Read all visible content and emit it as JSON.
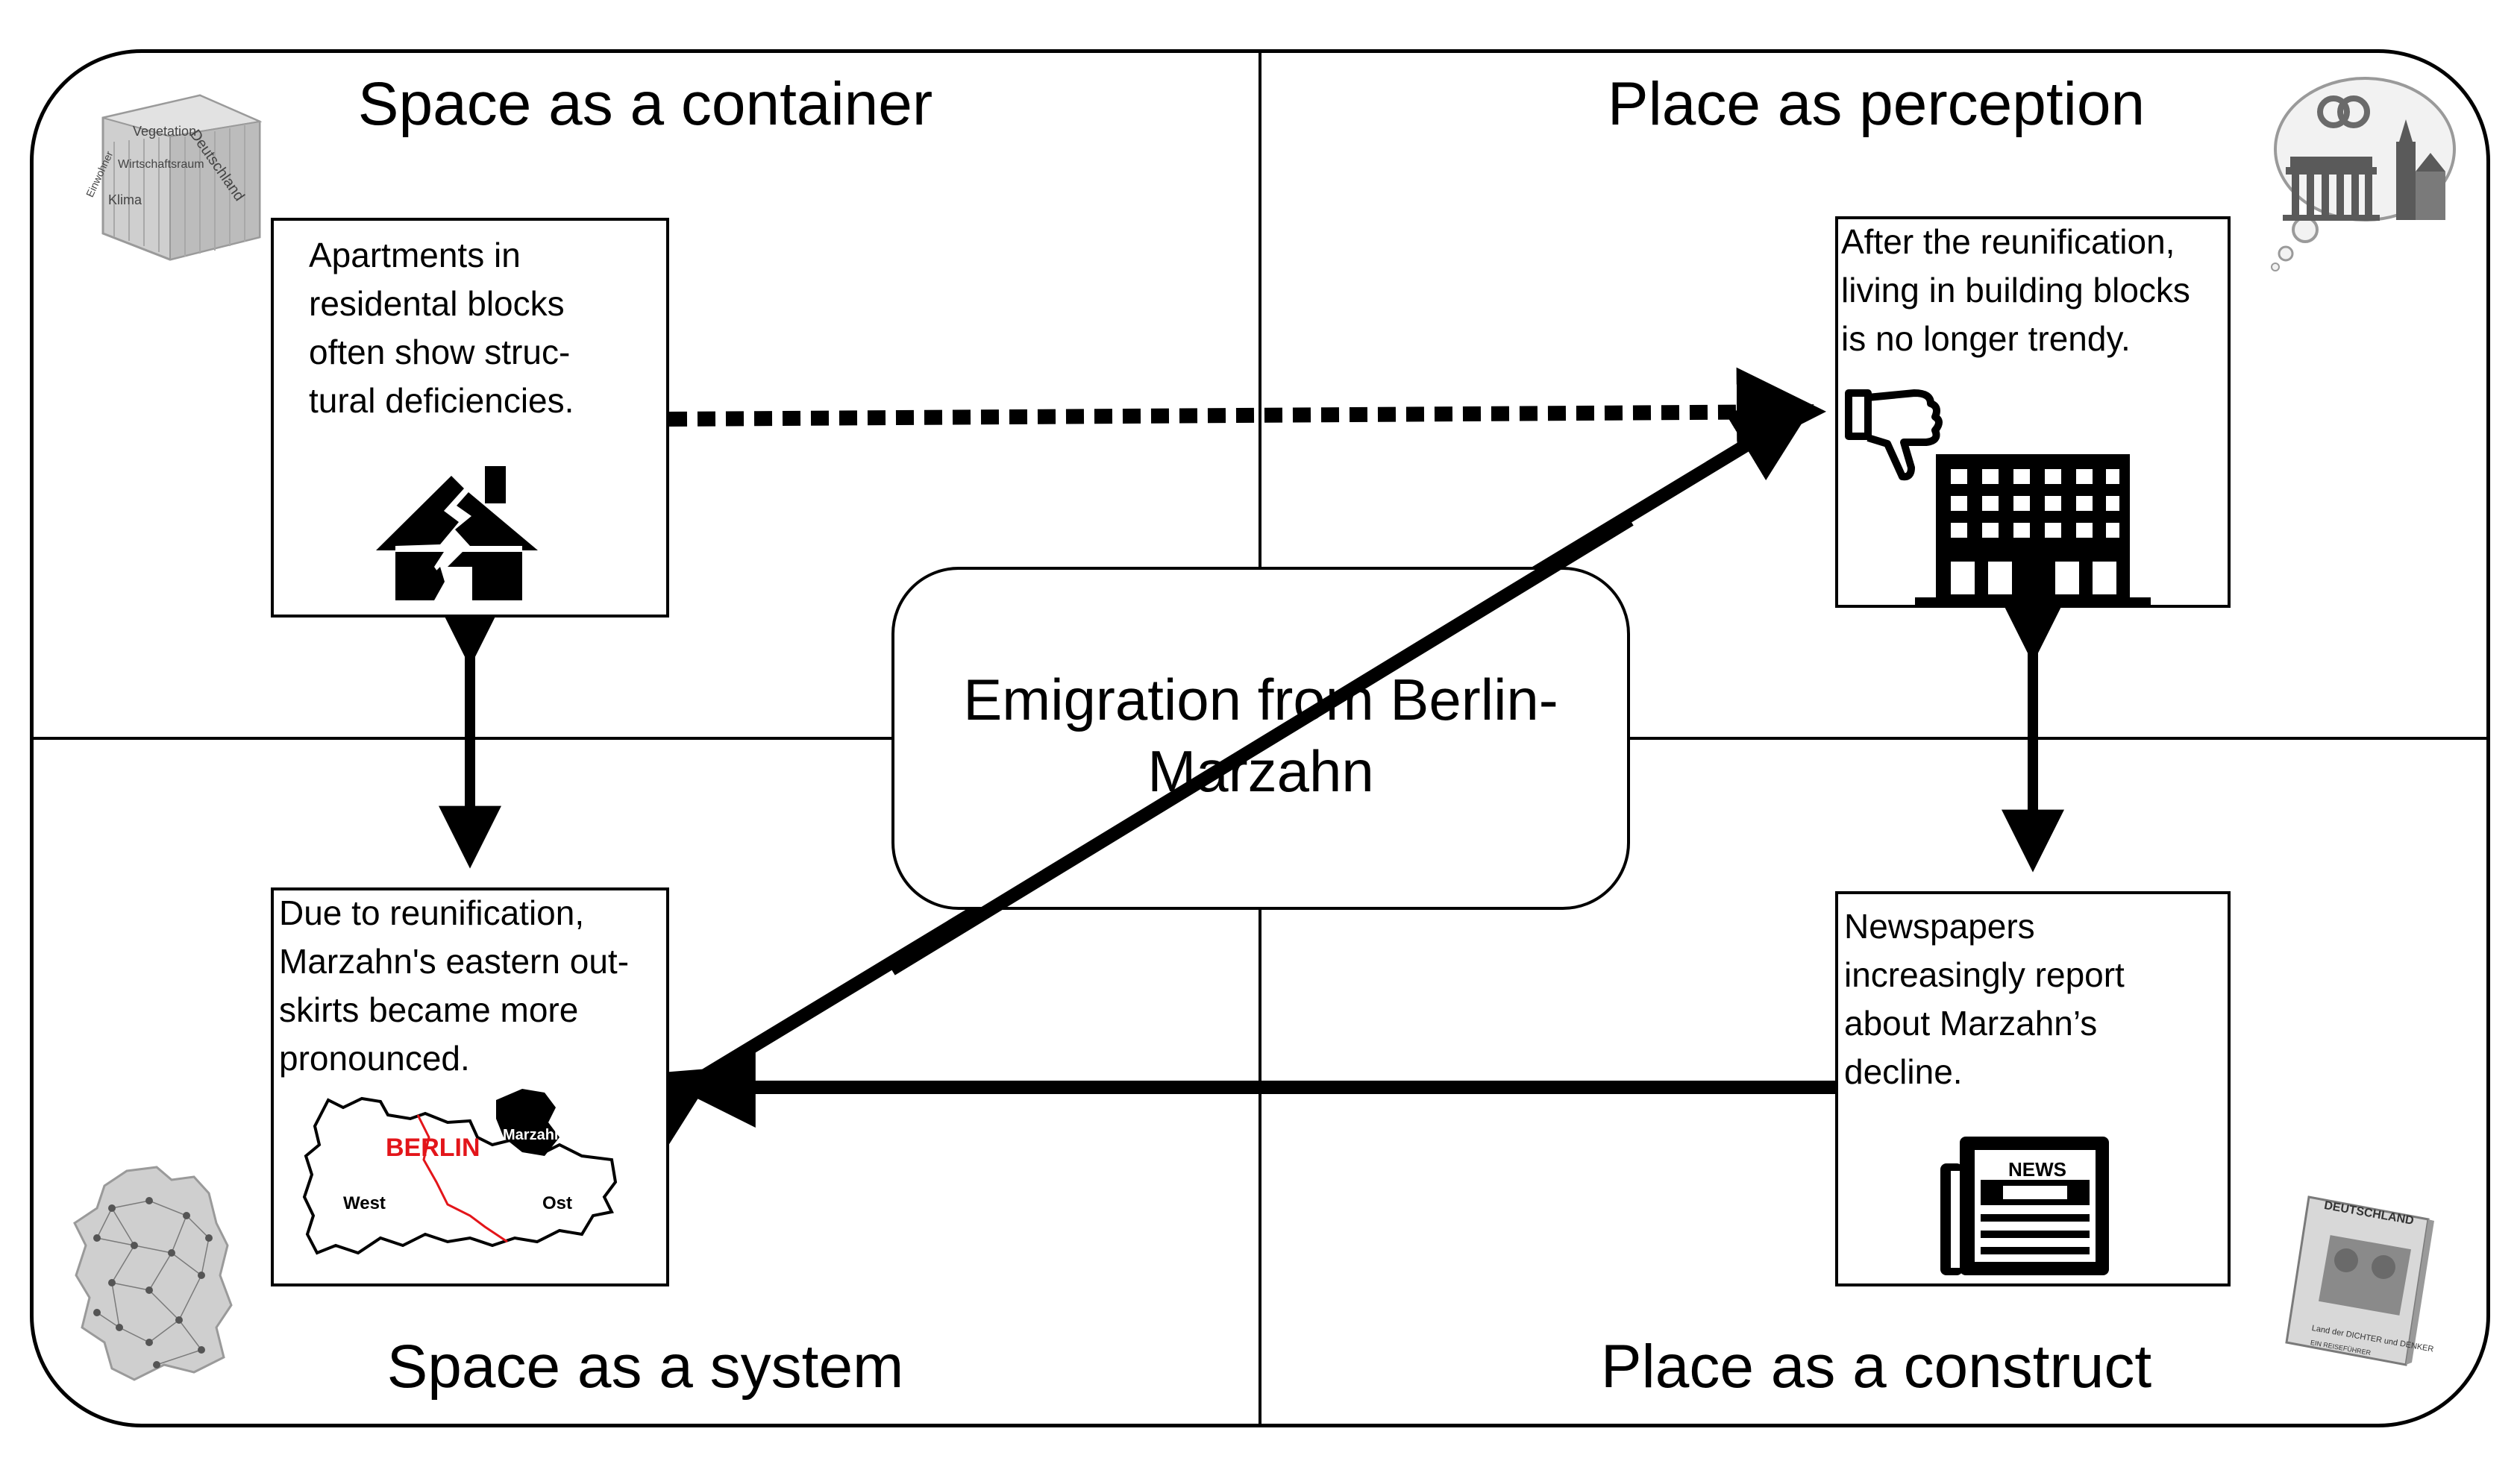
{
  "quadrants": {
    "top_left": {
      "title": "Space as a container"
    },
    "top_right": {
      "title": "Place as perception"
    },
    "bottom_left": {
      "title": "Space as a system"
    },
    "bottom_right": {
      "title": "Place as a construct"
    }
  },
  "center": {
    "label": "Emigration from Berlin-\nMarzahn"
  },
  "boxes": {
    "container": {
      "text": "Apartments in\nresidental blocks\noften show struc-\ntural deficiencies.",
      "icon": "broken-house-icon"
    },
    "perception": {
      "text": "After the reunification,\nliving in building blocks\nis no longer trendy.",
      "icon": "thumbs-down-building-icon"
    },
    "system": {
      "text": "Due to reunification,\nMarzahn's eastern out-\nskirts became more\npronounced.",
      "icon": "berlin-map-icon"
    },
    "construct": {
      "text": "Newspapers\nincreasingly report\nabout Marzahn’s\ndecline.",
      "icon": "newspaper-icon"
    }
  },
  "map": {
    "city": "BERLIN",
    "district": "Marzahn",
    "west": "West",
    "east": "Ost"
  },
  "newspaper": {
    "label": "NEWS"
  },
  "decorations": {
    "container_words": [
      "Vegetation",
      "Deutschland",
      "Wirtschaftsraum",
      "Klima",
      "Einwohner"
    ],
    "book_title": "DEUTSCHLAND",
    "book_subtitle": "Land der DICHTER und DENKER",
    "book_footer": "EIN REISEFÜHRER"
  },
  "colors": {
    "line": "#000000",
    "accent_red": "#e3151a",
    "icon_gray": "#9a9a9a"
  }
}
